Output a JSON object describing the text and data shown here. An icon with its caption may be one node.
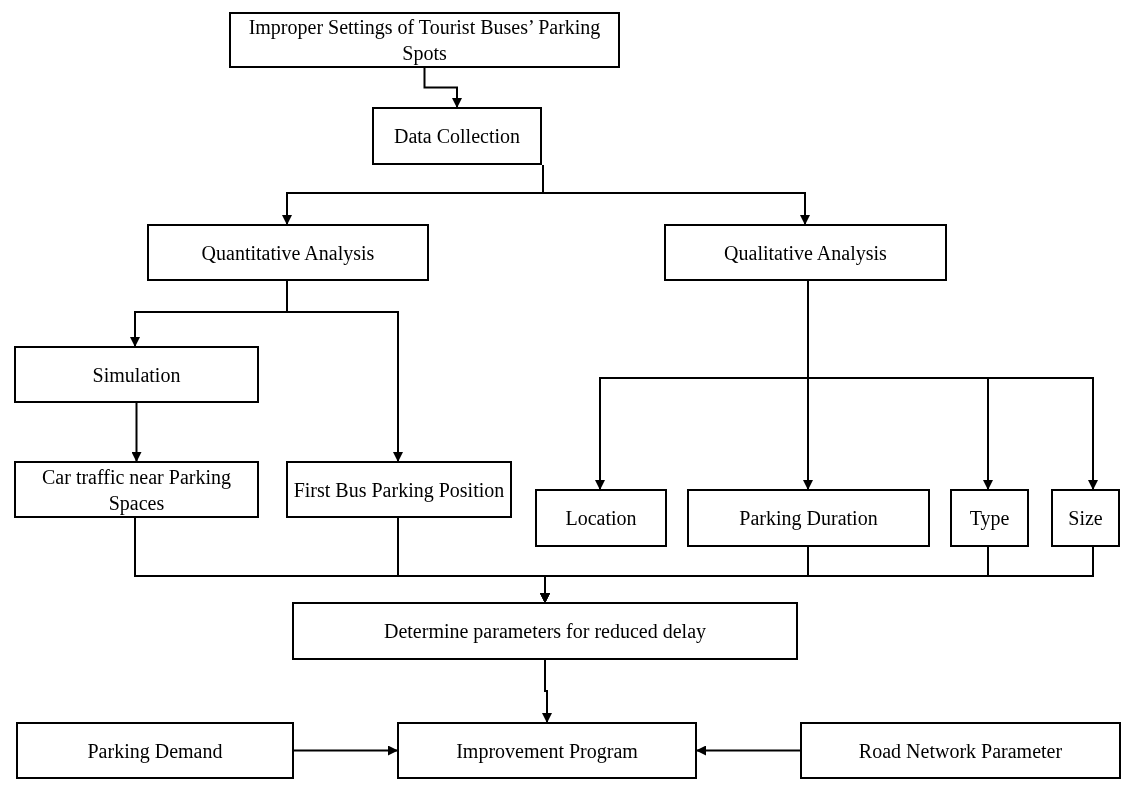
{
  "diagram": {
    "nodes": [
      {
        "text": [
          "Improper Settings of Tourist Buses’ Parking Spots"
        ]
      },
      {
        "text": [
          "Data Collection"
        ]
      },
      {
        "text": [
          "Quantitative Analysis"
        ]
      },
      {
        "text": [
          "Qualitative Analysis"
        ]
      },
      {
        "text": [
          "Simulation"
        ]
      },
      {
        "text": [
          "Car traffic near Parking Spaces"
        ]
      },
      {
        "text": [
          "First Bus Parking Position"
        ]
      },
      {
        "text": [
          "Location"
        ]
      },
      {
        "text": [
          "Parking Duration"
        ]
      },
      {
        "text": [
          "Type"
        ]
      },
      {
        "text": [
          "Size"
        ]
      },
      {
        "text": [
          "Determine parameters for reduced delay"
        ]
      },
      {
        "text": [
          "Parking Demand"
        ]
      },
      {
        "text": [
          "Improvement Program"
        ]
      },
      {
        "text": [
          "Road Network Parameter"
        ]
      }
    ],
    "edges": [
      {
        "from": 0,
        "to": 1,
        "arrow": "to"
      },
      {
        "from": 1,
        "to": 2,
        "arrow": "to"
      },
      {
        "from": 1,
        "to": 3,
        "arrow": "to"
      },
      {
        "from": 2,
        "to": 4,
        "arrow": "to"
      },
      {
        "from": 2,
        "to": 6,
        "arrow": "to"
      },
      {
        "from": 3,
        "to": 7,
        "arrow": "to"
      },
      {
        "from": 3,
        "to": 8,
        "arrow": "to"
      },
      {
        "from": 3,
        "to": 9,
        "arrow": "to"
      },
      {
        "from": 3,
        "to": 10,
        "arrow": "to"
      },
      {
        "from": 4,
        "to": 5,
        "arrow": "to"
      },
      {
        "from": 5,
        "to": 11,
        "arrow": "to"
      },
      {
        "from": 6,
        "to": 11,
        "arrow": "to"
      },
      {
        "from": 8,
        "to": 11,
        "arrow": "to"
      },
      {
        "from": 9,
        "to": 11,
        "arrow": "to"
      },
      {
        "from": 10,
        "to": 11,
        "arrow": "to"
      },
      {
        "from": 11,
        "to": 13,
        "arrow": "to"
      },
      {
        "from": 12,
        "to": 13,
        "arrow": "to"
      },
      {
        "from": 14,
        "to": 13,
        "arrow": "to"
      }
    ]
  }
}
